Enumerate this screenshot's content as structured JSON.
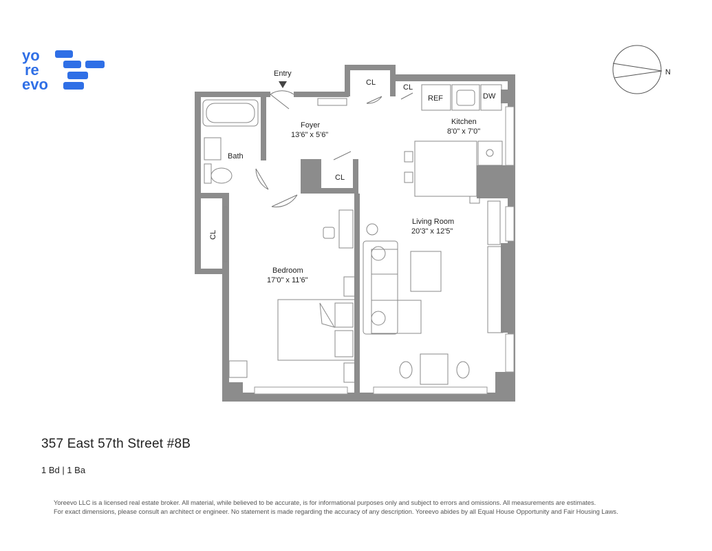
{
  "brand": {
    "logo_lines": [
      "yo",
      "re",
      "evo"
    ],
    "color": "#2f6fe6"
  },
  "floorplan": {
    "rooms": {
      "entry": "Entry",
      "foyer_name": "Foyer",
      "foyer_dims": "13'6\" x 5'6\"",
      "kitchen_name": "Kitchen",
      "kitchen_dims": "8'0\" x 7'0\"",
      "living_name": "Living Room",
      "living_dims": "20'3\" x 12'5\"",
      "bedroom_name": "Bedroom",
      "bedroom_dims": "17'0\" x 11'6\"",
      "bath": "Bath",
      "closet_top": "CL",
      "closet_small": "CL",
      "closet_foyer": "CL",
      "closet_bedroom": "CL",
      "ref": "REF",
      "dw": "DW"
    },
    "compass_label": "N",
    "wall_color": "#8c8c8c"
  },
  "listing": {
    "address": "357 East 57th Street #8B",
    "beds_baths": "1 Bd | 1 Ba"
  },
  "disclaimer": {
    "line1": "Yoreevo LLC is a licensed real estate broker. All material, while believed to be accurate, is for informational purposes only and subject to errors and omissions. All measurements are estimates.",
    "line2": "For exact dimensions, please consult an architect or engineer. No statement is made regarding the accuracy of any description. Yoreevo abides by all Equal House Opportunity and Fair Housing Laws."
  }
}
